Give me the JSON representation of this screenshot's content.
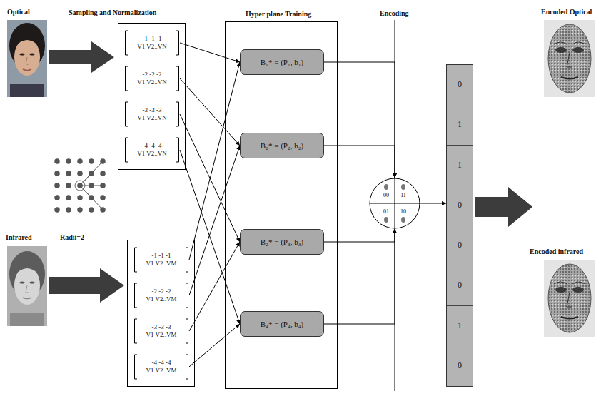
{
  "diagram": {
    "nodes": [
      {
        "text": [
          "Sampling and Normalization"
        ]
      },
      {
        "text": [
          "-1 -1 -1",
          "V1 V2..VN"
        ],
        "in": 0
      },
      {
        "text": [
          "-2 -2 -2",
          "V1 V2..VN"
        ],
        "in": 0
      },
      {
        "text": [
          "-3 -3 -3",
          "V1 V2..VN"
        ],
        "in": 0
      },
      {
        "text": [
          "-4 -4 -4",
          "V1 V2..VN"
        ],
        "in": 0
      },
      {
        "text": []
      },
      {
        "text": [
          "-1 -1 -1",
          "V1 V2..VM"
        ],
        "in": 5
      },
      {
        "text": [
          "-2 -2 -2",
          "V1 V2..VM"
        ],
        "in": 5
      },
      {
        "text": [
          "-3 -3 -3",
          "V1 V2..VM"
        ],
        "in": 5
      },
      {
        "text": [
          "-4 -4 -4",
          "V1 V2..VM"
        ],
        "in": 5
      },
      {
        "text": [
          "Hyper plane Training"
        ]
      },
      {
        "text": [
          "B₁* = (P₁, b₁)"
        ],
        "in": 10
      },
      {
        "text": [
          "B₂* = (P₂, b₂)"
        ],
        "in": 10
      },
      {
        "text": [
          "B₂* = (P₃, b₃)"
        ],
        "in": 10
      },
      {
        "text": [
          "B₄* = (P₄, b₄)"
        ],
        "in": 10
      },
      {
        "text": [
          "00",
          "11",
          "01",
          "10"
        ]
      },
      {
        "text": []
      },
      {
        "text": [
          "0",
          "1"
        ],
        "in": 16
      },
      {
        "text": [
          "1",
          "0"
        ],
        "in": 16
      },
      {
        "text": [
          "0",
          "0"
        ],
        "in": 16
      },
      {
        "text": [
          "1",
          "0"
        ],
        "in": 16
      }
    ],
    "edges": [
      {
        "from": 1,
        "to": 11,
        "arrow": "to"
      },
      {
        "from": 2,
        "to": 12,
        "arrow": "to"
      },
      {
        "from": 3,
        "to": 13,
        "arrow": "to"
      },
      {
        "from": 4,
        "to": 14,
        "arrow": "to"
      },
      {
        "from": 6,
        "to": 11,
        "arrow": "to"
      },
      {
        "from": 7,
        "to": 12,
        "arrow": "to"
      },
      {
        "from": 8,
        "to": 13,
        "arrow": "to"
      },
      {
        "from": 9,
        "to": 14,
        "arrow": "to"
      },
      {
        "from": 11,
        "to": 15,
        "arrow": "to"
      },
      {
        "from": 12,
        "to": 15,
        "arrow": "to"
      },
      {
        "from": 13,
        "to": 15,
        "arrow": "to"
      },
      {
        "from": 14,
        "to": 15,
        "arrow": "to"
      },
      {
        "from": 15,
        "to": 16,
        "arrow": "to"
      }
    ],
    "labels": [
      "Optical",
      "Encoding",
      "Encoded Optical",
      "Infrared",
      "Radii=2",
      "Encoded infrared"
    ]
  }
}
